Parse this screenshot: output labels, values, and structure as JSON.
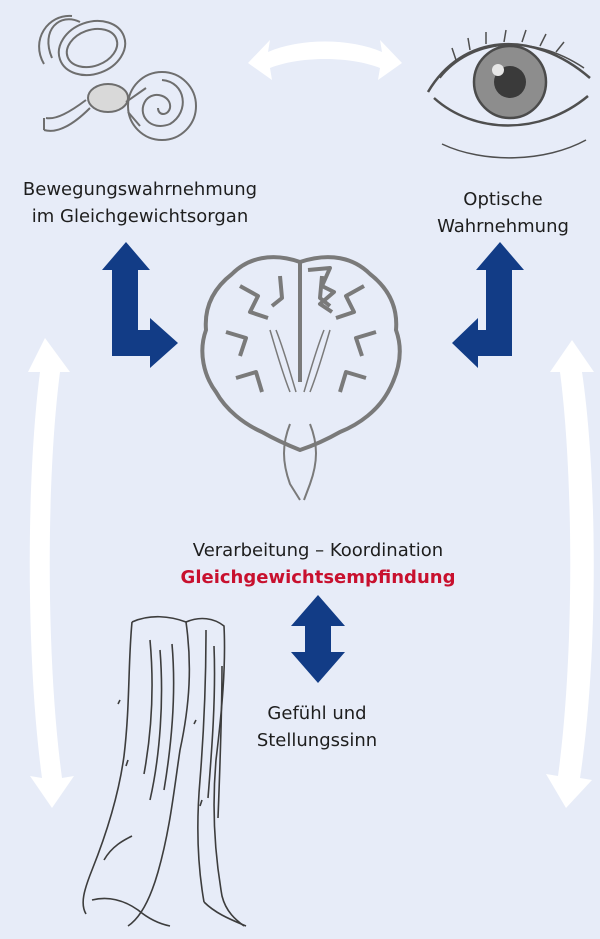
{
  "labels": {
    "ear_line1": "Bewegungswahrnehmung",
    "ear_line2": "im Gleichgewichtsorgan",
    "eye_line1": "Optische",
    "eye_line2": "Wahrnehmung",
    "center_line1": "Verarbeitung – Koordination",
    "center_line2": "Gleichgewichtsempfindung",
    "legs_line1": "Gefühl und",
    "legs_line2": "Stellungssinn"
  },
  "colors": {
    "background": "#e7ecf8",
    "arrow_blue": "#123c86",
    "arrow_white": "#ffffff",
    "sketch": "#6e6e6e",
    "highlight": "#c8102e"
  },
  "icons": {
    "ear": "inner-ear-icon",
    "eye": "eye-icon",
    "brain": "brain-section-icon",
    "legs": "legs-muscle-icon"
  }
}
